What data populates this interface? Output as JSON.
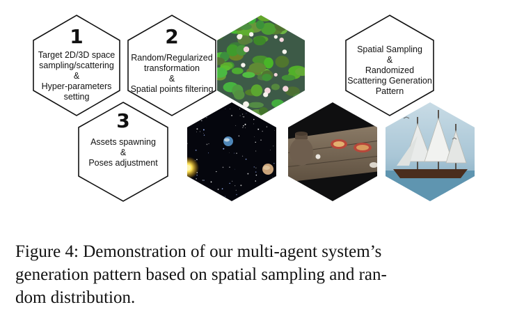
{
  "steps": [
    {
      "number": "1",
      "lines": [
        "Target 2D/3D space",
        "sampling/scattering",
        "&",
        "Hyper-parameters",
        "setting"
      ]
    },
    {
      "number": "2",
      "lines": [
        "Random/Regularized",
        "transformation",
        "&",
        "Spatial points filtering"
      ]
    },
    {
      "number": "3",
      "lines": [
        "Assets spawning",
        "&",
        "Poses adjustment"
      ]
    }
  ],
  "pattern_box": {
    "lines": [
      "Spatial Sampling",
      "&",
      "Randomized",
      "Scattering Generation",
      "Pattern"
    ]
  },
  "images": [
    "water-lilies-scene",
    "space-planets-scene",
    "tabletop-objects-scene",
    "sailing-ship-scene"
  ],
  "caption": {
    "lines": [
      "Figure 4: Demonstration of our multi-agent system’s",
      "generation pattern based on spatial sampling and ran-",
      "dom distribution."
    ]
  }
}
